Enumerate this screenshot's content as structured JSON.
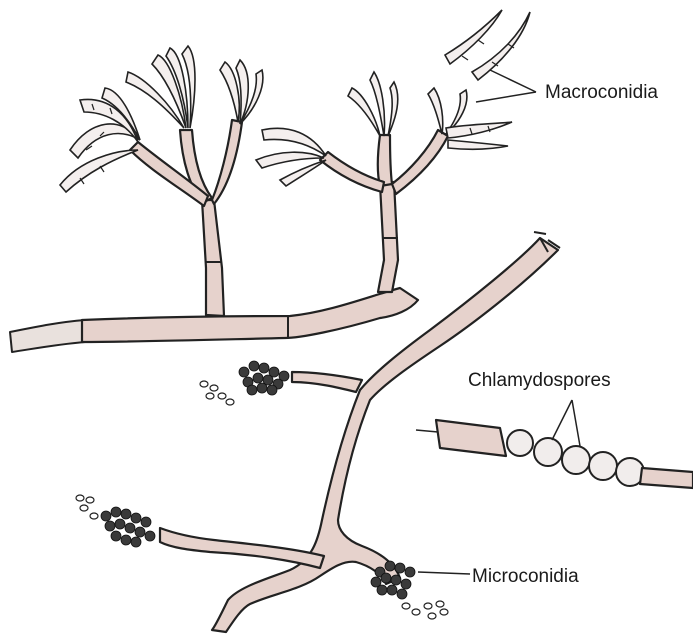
{
  "labels": {
    "macroconidia": "Macroconidia",
    "chlamydospores": "Chlamydospores",
    "microconidia": "Microconidia"
  },
  "colors": {
    "hypha_fill": "#e6d2cc",
    "outline": "#222222",
    "background": "#ffffff"
  }
}
